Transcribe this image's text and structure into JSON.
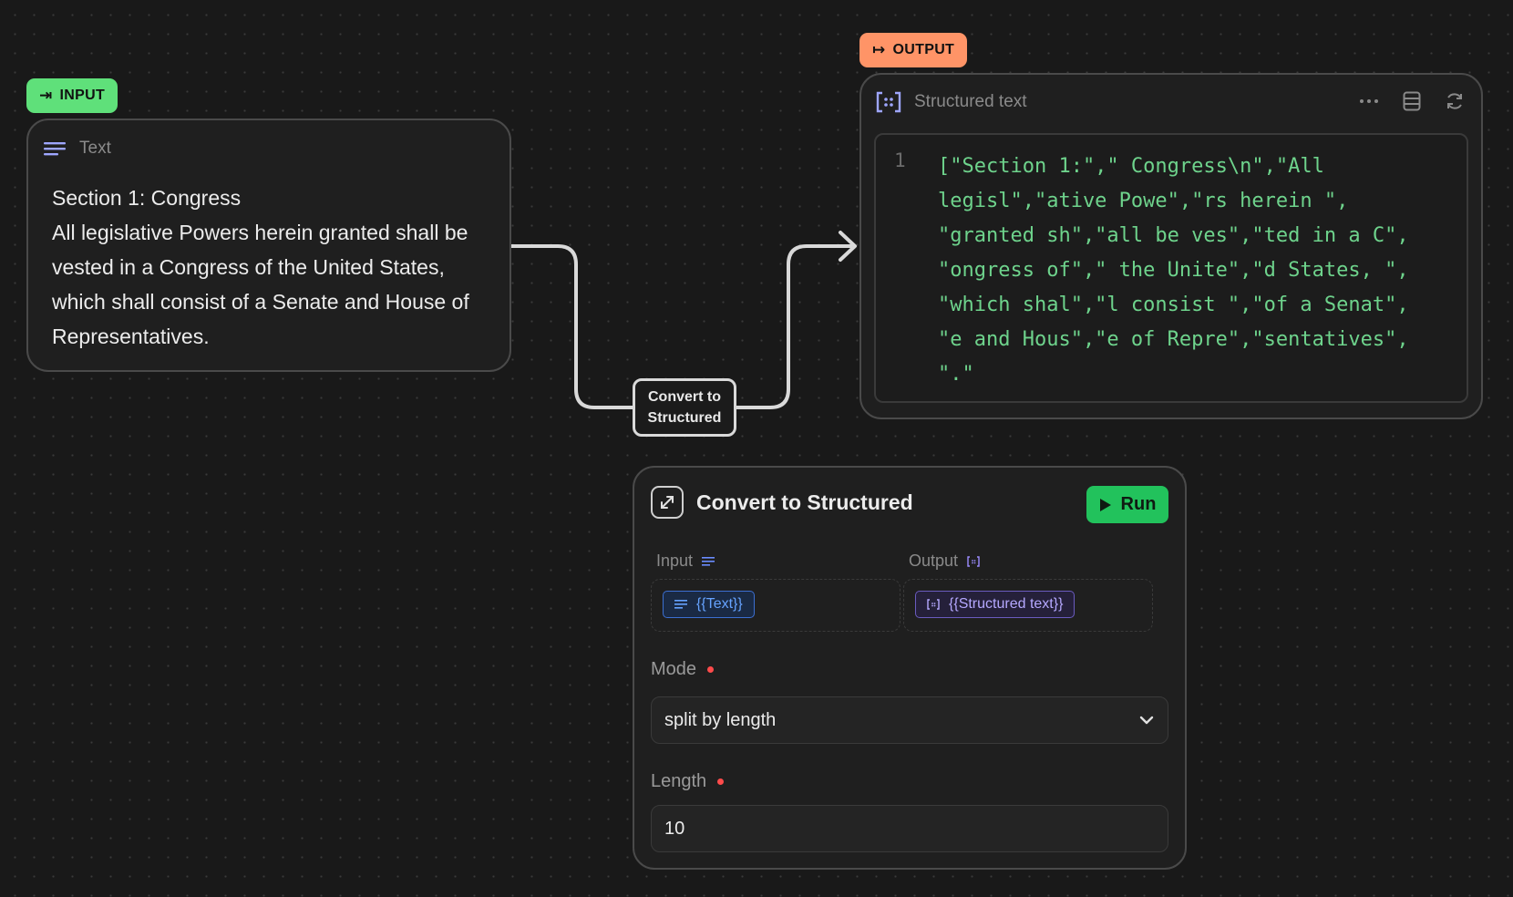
{
  "badges": {
    "input": "INPUT",
    "output": "OUTPUT"
  },
  "text_node": {
    "title": "Text",
    "body": "Section 1: Congress\nAll legislative Powers herein granted shall be vested in a Congress of the United States, which shall consist of a Senate and House of Representatives."
  },
  "output_node": {
    "title": "Structured text",
    "line_number": "1",
    "code_lines": [
      "[\"Section 1:\",\" Congress\\n\",\"All",
      "legisl\",\"ative Powe\",\"rs herein \",",
      "\"granted sh\",\"all be ves\",\"ted in a C\",",
      "\"ongress of\",\" the Unite\",\"d States, \",",
      "\"which shal\",\"l consist \",\"of a Senat\",",
      "\"e and Hous\",\"e of Repre\",\"sentatives\",",
      "\".\""
    ]
  },
  "edge_label": "Convert to Structured",
  "convert_node": {
    "title": "Convert to Structured",
    "run_label": "Run",
    "input_label": "Input",
    "output_label": "Output",
    "input_tag": "{{Text}}",
    "output_tag": "{{Structured text}}",
    "mode_label": "Mode",
    "mode_value": "split by length",
    "length_label": "Length",
    "length_value": "10"
  },
  "colors": {
    "input_badge": "#5fe07a",
    "output_badge": "#ff9467",
    "run": "#22c25c",
    "code": "#6ed38c"
  }
}
